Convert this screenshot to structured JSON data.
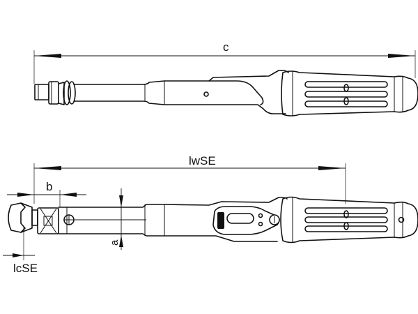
{
  "labels": {
    "c": "c",
    "lwse": "lwSE",
    "b": "b",
    "a": "a",
    "lcse": "lcSE"
  },
  "colors": {
    "line": "#111111",
    "background": "#ffffff"
  }
}
